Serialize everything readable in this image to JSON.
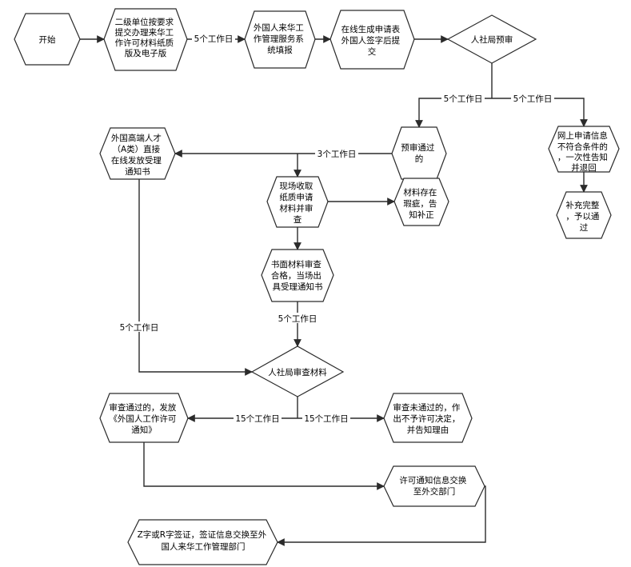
{
  "nodes": {
    "start": [
      "开始"
    ],
    "submit": [
      "二级单位按要求",
      "提交办理来华工",
      "作许可材料纸质",
      "版及电子版"
    ],
    "fill_system": [
      "外国人来华工",
      "作管理服务系",
      "统填报"
    ],
    "gen_form": [
      "在线生成申请表",
      "外国人签字后提",
      "交"
    ],
    "prereview": [
      "人社局预审"
    ],
    "fail_online": [
      "网上申请信息",
      "不符合条件的",
      "，一次性告知",
      "并退回"
    ],
    "supplement": [
      "补充完整",
      "，予以通",
      "过"
    ],
    "prereview_pass": [
      "预审通过",
      "的"
    ],
    "a_class": [
      "外国高端人才",
      "（A类）直接",
      "在线发放受理",
      "通知书"
    ],
    "onsite": [
      "现场收取",
      "纸质申请",
      "材料并审",
      "查"
    ],
    "defect": [
      "材料存在",
      "瑕疵，告",
      "知补正"
    ],
    "written_ok": [
      "书面材料审查",
      "合格，当场出",
      "具受理通知书"
    ],
    "bureau_review": [
      "人社局审查材料"
    ],
    "approved": [
      "审查通过的，发放",
      "《外国人工作许可",
      "通知》"
    ],
    "rejected": [
      "审查未通过的，作",
      "出不予许可决定，",
      "并告知理由"
    ],
    "exchange_foreign": [
      "许可通知信息交换",
      "至外交部门"
    ],
    "visa": [
      "Z字或R字签证，签证信息交换至外",
      "国人来华工作管理部门"
    ]
  },
  "edge_labels": {
    "submit_to_fill": "5个工作日",
    "prereview_left": "5个工作日",
    "prereview_right": "5个工作日",
    "to_a_class": "3个工作日",
    "a_class_down": "5个工作日",
    "written_down": "5个工作日",
    "to_approved": "15个工作日",
    "to_rejected": "15个工作日"
  }
}
